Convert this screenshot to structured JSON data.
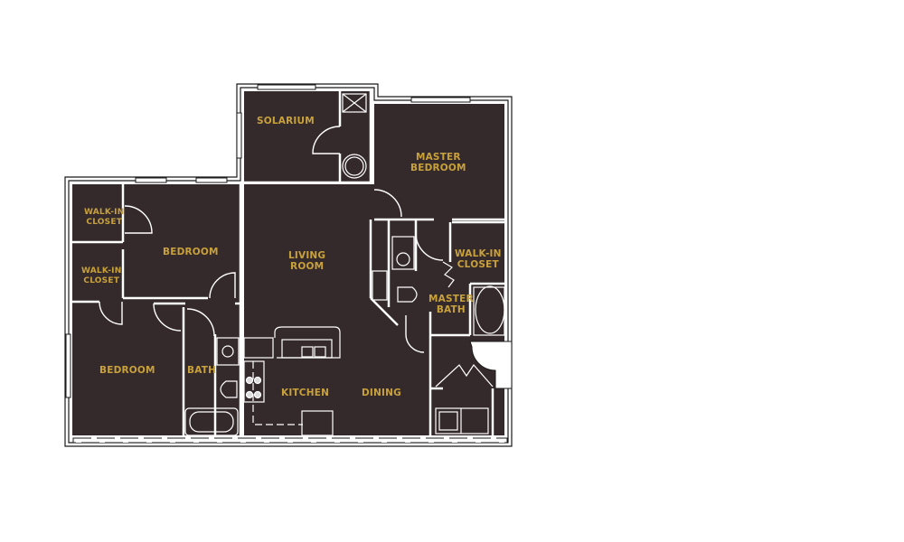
{
  "floorplan": {
    "colors": {
      "floor": "#342a2c",
      "wall": "#ffffff",
      "wall_line": "#1a1a1a",
      "label": "#c9a13b",
      "background": "#ffffff"
    },
    "rooms": [
      {
        "id": "solarium",
        "line1": "SOLARIUM",
        "line2": ""
      },
      {
        "id": "master-bedroom",
        "line1": "MASTER",
        "line2": "BEDROOM"
      },
      {
        "id": "walk-in-closet-1",
        "line1": "WALK-IN",
        "line2": "CLOSET"
      },
      {
        "id": "walk-in-closet-2",
        "line1": "WALK-IN",
        "line2": "CLOSET"
      },
      {
        "id": "bedroom-1",
        "line1": "BEDROOM",
        "line2": ""
      },
      {
        "id": "living-room",
        "line1": "LIVING",
        "line2": "ROOM"
      },
      {
        "id": "master-walk-in-closet",
        "line1": "WALK-IN",
        "line2": "CLOSET"
      },
      {
        "id": "master-bath",
        "line1": "MASTER",
        "line2": "BATH"
      },
      {
        "id": "bedroom-2",
        "line1": "BEDROOM",
        "line2": ""
      },
      {
        "id": "bath",
        "line1": "BATH",
        "line2": ""
      },
      {
        "id": "kitchen",
        "line1": "KITCHEN",
        "line2": ""
      },
      {
        "id": "dining",
        "line1": "DINING",
        "line2": ""
      }
    ]
  }
}
